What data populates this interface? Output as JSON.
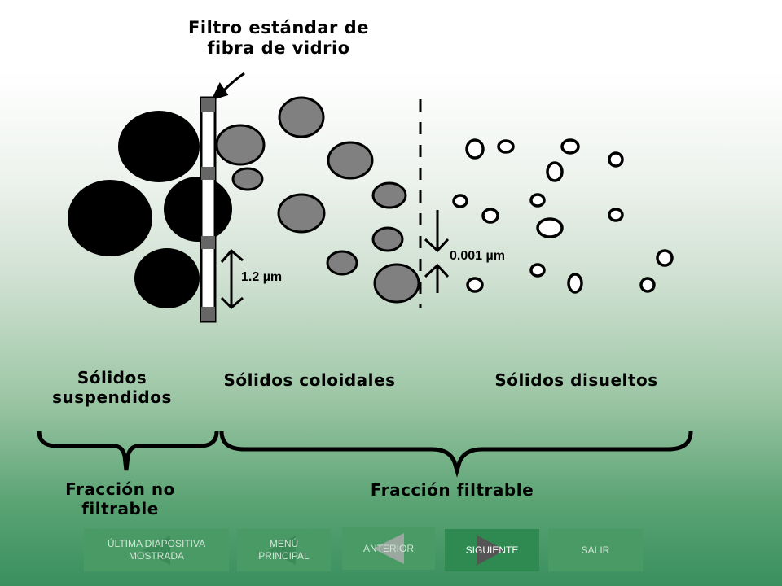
{
  "diagram": {
    "title": "Filtro estándar de\nfibra de vidrio",
    "measure_large": "1.2 µm",
    "measure_small": "0.001 µm",
    "category_suspended": "Sólidos\nsuspendidos",
    "category_colloidal": "Sólidos coloidales",
    "category_dissolved": "Sólidos disueltos",
    "fraction_nonfiltrable": "Fracción no\nfiltrable",
    "fraction_filtrable": "Fracción filtrable"
  },
  "nav": {
    "last_slide": "ÚLTIMA DIAPOSITIVA\nMOSTRADA",
    "main_menu": "MENÚ\nPRINCIPAL",
    "previous": "ANTERIOR",
    "next": "SIGUIENTE",
    "exit": "SALIR"
  },
  "colors": {
    "suspended": "#000000",
    "colloidal": "#7f7f7f",
    "dissolved_outline": "#000000",
    "nav_active": "#2f8a52"
  }
}
